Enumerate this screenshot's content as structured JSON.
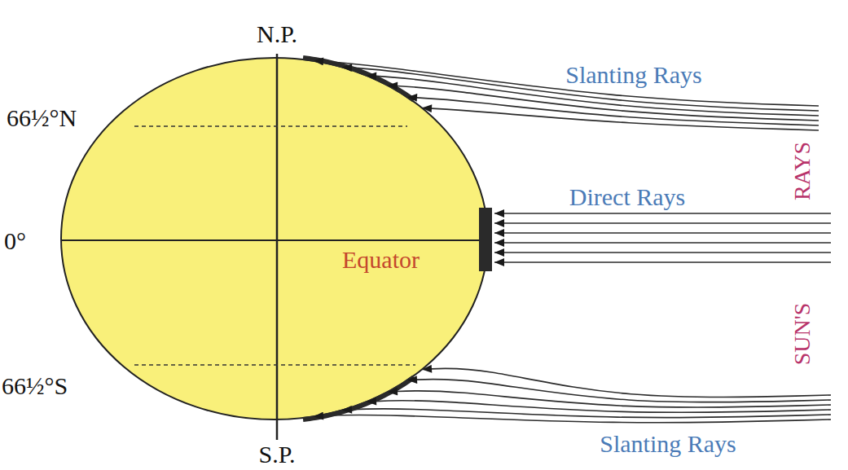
{
  "diagram": {
    "labels": [
      "N.P.",
      "66½°N",
      "0°",
      "Equator",
      "66½°S",
      "S.P.",
      "Slanting Rays",
      "RAYS",
      "Direct Rays",
      "SUN'S",
      "Slanting Rays"
    ]
  }
}
